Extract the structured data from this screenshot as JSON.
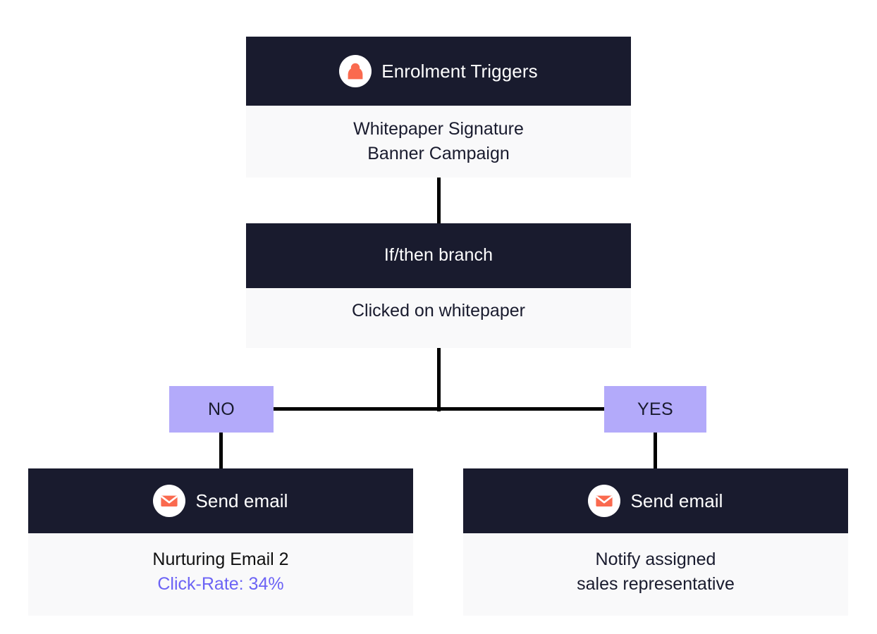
{
  "colors": {
    "node_header_bg": "#191B2E",
    "node_body_bg": "#F9F9FA",
    "icon_accent": "#FA6A4F",
    "branch_chip_bg": "#B3AAFA",
    "metric_text": "#6C63F5",
    "connector": "#000000",
    "page_bg": "#FFFFFF"
  },
  "diagram": {
    "nodes": {
      "enrolment": {
        "header_title": "Enrolment Triggers",
        "header_icon": "person-icon",
        "body_lines": [
          "Whitepaper Signature",
          "Banner Campaign"
        ]
      },
      "branch": {
        "header_title": "If/then branch",
        "body_lines": [
          "Clicked on whitepaper"
        ]
      },
      "email_no": {
        "header_title": "Send email",
        "header_icon": "envelope-icon",
        "body_lines": [
          "Nurturing Email 2"
        ],
        "metric_line": "Click-Rate: 34%"
      },
      "email_yes": {
        "header_title": "Send email",
        "header_icon": "envelope-icon",
        "body_lines": [
          "Notify assigned",
          "sales representative"
        ]
      }
    },
    "branch_chips": {
      "no": "NO",
      "yes": "YES"
    }
  }
}
